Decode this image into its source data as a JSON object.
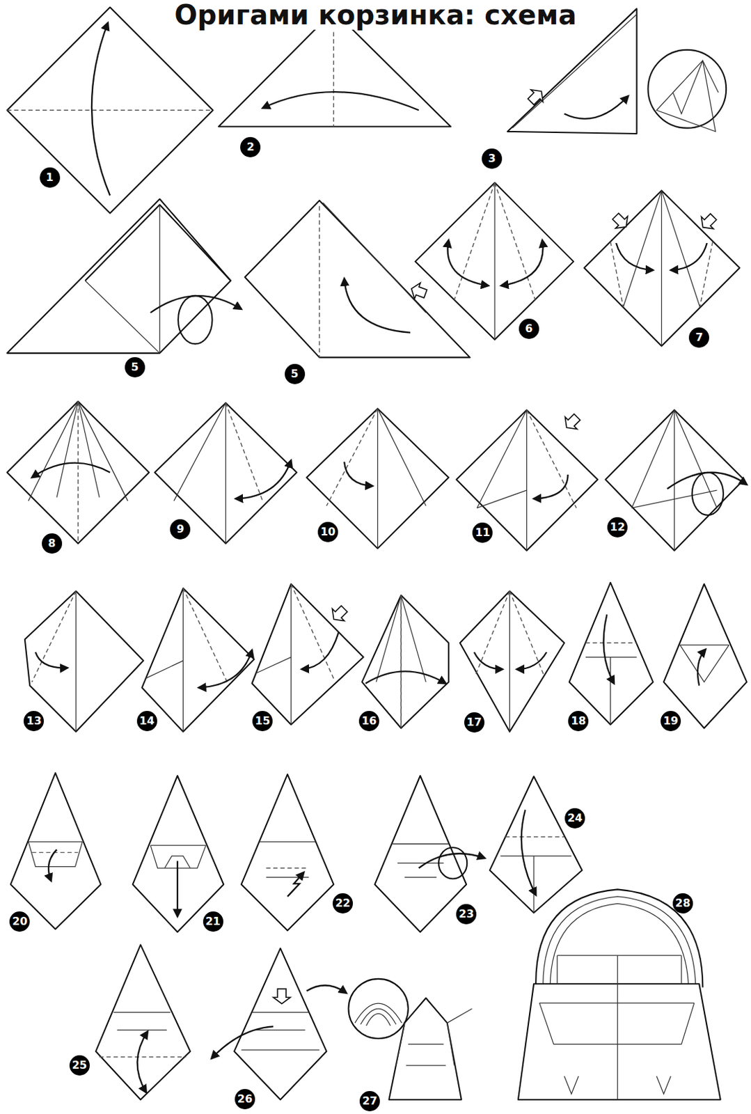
{
  "diagram": {
    "title": "Оригами корзинка: схема",
    "labels": [
      "1",
      "2",
      "3",
      "5",
      "5",
      "6",
      "7",
      "8",
      "9",
      "10",
      "11",
      "12",
      "13",
      "14",
      "15",
      "16",
      "17",
      "18",
      "19",
      "20",
      "21",
      "22",
      "23",
      "24",
      "25",
      "26",
      "27",
      "28"
    ]
  }
}
